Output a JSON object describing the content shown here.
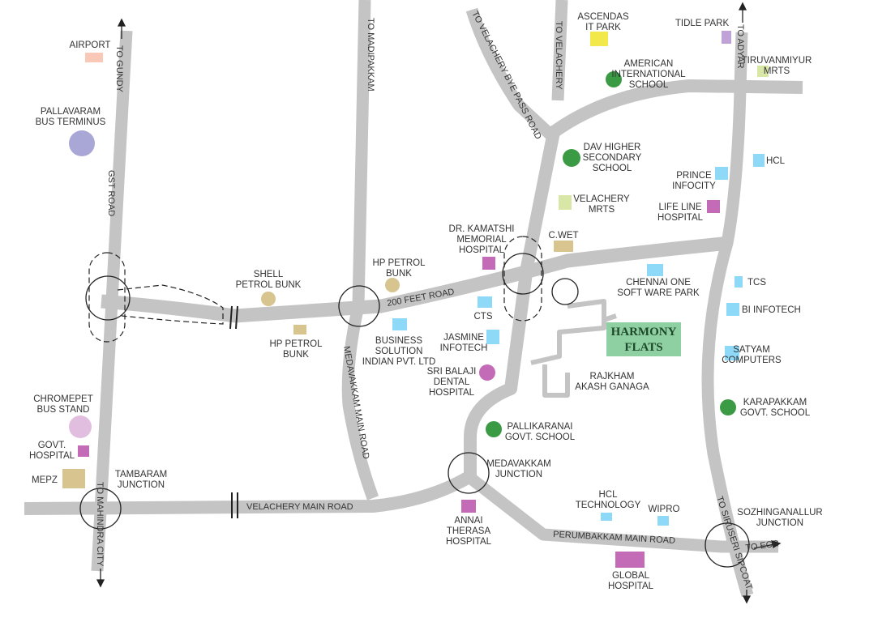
{
  "colors": {
    "road": "#c4c4c4",
    "blue": "#8ed8f8",
    "pink": "#c36bb6",
    "tan": "#d8c48f",
    "green": "#3b9b45",
    "yellow": "#f2e84a",
    "lavender": "#c0a3d6",
    "lightgreen": "#d8e6a6",
    "salmon": "#f9c8b6",
    "periwinkle": "#a9a7d6",
    "lightpink": "#e1bedf",
    "featured": "#8fd0a3"
  },
  "roads": {
    "to_gundy": "TO GUNDY",
    "gst_road": "GST ROAD",
    "to_madipakkam": "TO MADIPAKKAM",
    "to_velachery_bye_pass": "TO VELACHERY BYE PASS ROAD",
    "to_velachery": "TO VELACHERY",
    "to_adyar": "TO ADYAR",
    "feet_road": "200 FEET ROAD",
    "medavakkam_main": "MEDAVAKKAM  MAIN ROAD",
    "velachery_main": "VELACHERY MAIN ROAD",
    "to_mahindra": "TO MAHINDRA CITY",
    "perumbakkam_main": "PERUMBAKKAM MAIN ROAD",
    "to_siruseri": "TO SIRUSERI SIPCOAT",
    "to_ecr": "TO ECR"
  },
  "landmarks": [
    {
      "id": "airport",
      "lines": [
        "AIRPORT"
      ],
      "marker": "square",
      "color": "salmon"
    },
    {
      "id": "pallavaram",
      "lines": [
        "PALLAVARAM",
        "BUS TERMINUS"
      ],
      "marker": "circle",
      "color": "periwinkle"
    },
    {
      "id": "shell-petrol",
      "lines": [
        "SHELL",
        "PETROL BUNK"
      ],
      "marker": "circle",
      "color": "tan"
    },
    {
      "id": "hp-petrol-1",
      "lines": [
        "HP PETROL",
        "BUNK"
      ],
      "marker": "circle",
      "color": "tan"
    },
    {
      "id": "hp-petrol-2",
      "lines": [
        "HP PETROL",
        "BUNK"
      ],
      "marker": "square",
      "color": "tan"
    },
    {
      "id": "business-solution",
      "lines": [
        "BUSINESS",
        "SOLUTION",
        "INDIAN PVT. LTD"
      ],
      "marker": "square",
      "color": "blue"
    },
    {
      "id": "chromepet",
      "lines": [
        "CHROMEPET",
        "BUS STAND"
      ],
      "marker": "circle",
      "color": "lightpink"
    },
    {
      "id": "govt-hospital",
      "lines": [
        "GOVT.",
        "HOSPITAL"
      ],
      "marker": "square",
      "color": "pink"
    },
    {
      "id": "mepz",
      "lines": [
        "MEPZ"
      ],
      "marker": "square",
      "color": "tan"
    },
    {
      "id": "tambaram",
      "lines": [
        "TAMBARAM",
        "JUNCTION"
      ],
      "marker": "none",
      "color": "road"
    },
    {
      "id": "ascendas",
      "lines": [
        "ASCENDAS",
        "IT PARK"
      ],
      "marker": "square",
      "color": "yellow"
    },
    {
      "id": "american-school",
      "lines": [
        "AMERICAN",
        "INTERNATIONAL",
        "SCHOOL"
      ],
      "marker": "circle",
      "color": "green"
    },
    {
      "id": "tidle-park",
      "lines": [
        "TIDLE PARK"
      ],
      "marker": "square",
      "color": "lavender"
    },
    {
      "id": "tiruvanmiyur",
      "lines": [
        "TIRUVANMIYUR",
        "MRTS"
      ],
      "marker": "square",
      "color": "lightgreen"
    },
    {
      "id": "dav-school",
      "lines": [
        "DAV HIGHER",
        "SECONDARY",
        "SCHOOL"
      ],
      "marker": "circle",
      "color": "green"
    },
    {
      "id": "hcl",
      "lines": [
        "HCL"
      ],
      "marker": "square",
      "color": "blue"
    },
    {
      "id": "prince-infocity",
      "lines": [
        "PRINCE",
        "INFOCITY"
      ],
      "marker": "square",
      "color": "blue"
    },
    {
      "id": "velachery-mrts",
      "lines": [
        "VELACHERY",
        "MRTS"
      ],
      "marker": "square",
      "color": "lightgreen"
    },
    {
      "id": "life-line",
      "lines": [
        "LIFE LINE",
        "HOSPITAL"
      ],
      "marker": "square",
      "color": "pink"
    },
    {
      "id": "kamatshi",
      "lines": [
        "DR. KAMATSHI",
        "MEMORIAL",
        "HOSPITAL"
      ],
      "marker": "square",
      "color": "pink"
    },
    {
      "id": "cwet",
      "lines": [
        "C.WET"
      ],
      "marker": "square",
      "color": "tan"
    },
    {
      "id": "chennai-one",
      "lines": [
        "CHENNAI ONE",
        "SOFT WARE PARK"
      ],
      "marker": "square",
      "color": "blue"
    },
    {
      "id": "tcs",
      "lines": [
        "TCS"
      ],
      "marker": "square",
      "color": "blue"
    },
    {
      "id": "cts",
      "lines": [
        "CTS"
      ],
      "marker": "square",
      "color": "blue"
    },
    {
      "id": "bi-infotech",
      "lines": [
        "BI INFOTECH"
      ],
      "marker": "square",
      "color": "blue"
    },
    {
      "id": "jasmine",
      "lines": [
        "JASMINE",
        "INFOTECH"
      ],
      "marker": "square",
      "color": "blue"
    },
    {
      "id": "satyam",
      "lines": [
        "SATYAM",
        "COMPUTERS"
      ],
      "marker": "square",
      "color": "blue"
    },
    {
      "id": "sri-balaji",
      "lines": [
        "SRI BALAJI",
        "DENTAL",
        "HOSPITAL"
      ],
      "marker": "circle",
      "color": "pink"
    },
    {
      "id": "rajkham",
      "lines": [
        "RAJKHAM",
        "AKASH GANAGA"
      ],
      "marker": "none",
      "color": "road"
    },
    {
      "id": "karapakkam",
      "lines": [
        "KARAPAKKAM",
        "GOVT. SCHOOL"
      ],
      "marker": "circle",
      "color": "green"
    },
    {
      "id": "pallikaranai",
      "lines": [
        "PALLIKARANAI",
        "GOVT. SCHOOL"
      ],
      "marker": "circle",
      "color": "green"
    },
    {
      "id": "medavakkam-junction",
      "lines": [
        "MEDAVAKKAM",
        "JUNCTION"
      ],
      "marker": "none",
      "color": "road"
    },
    {
      "id": "annai-therasa",
      "lines": [
        "ANNAI",
        "THERASA",
        "HOSPITAL"
      ],
      "marker": "square",
      "color": "pink"
    },
    {
      "id": "hcl-technology",
      "lines": [
        "HCL",
        "TECHNOLOGY"
      ],
      "marker": "square",
      "color": "blue"
    },
    {
      "id": "wipro",
      "lines": [
        "WIPRO"
      ],
      "marker": "square",
      "color": "blue"
    },
    {
      "id": "sozhinganallur",
      "lines": [
        "SOZHINGANALLUR",
        "JUNCTION"
      ],
      "marker": "none",
      "color": "road"
    },
    {
      "id": "global-hospital",
      "lines": [
        "GLOBAL",
        "HOSPITAL"
      ],
      "marker": "square",
      "color": "pink"
    }
  ],
  "featured": {
    "lines": [
      "HARMONY",
      "FLATS"
    ]
  }
}
